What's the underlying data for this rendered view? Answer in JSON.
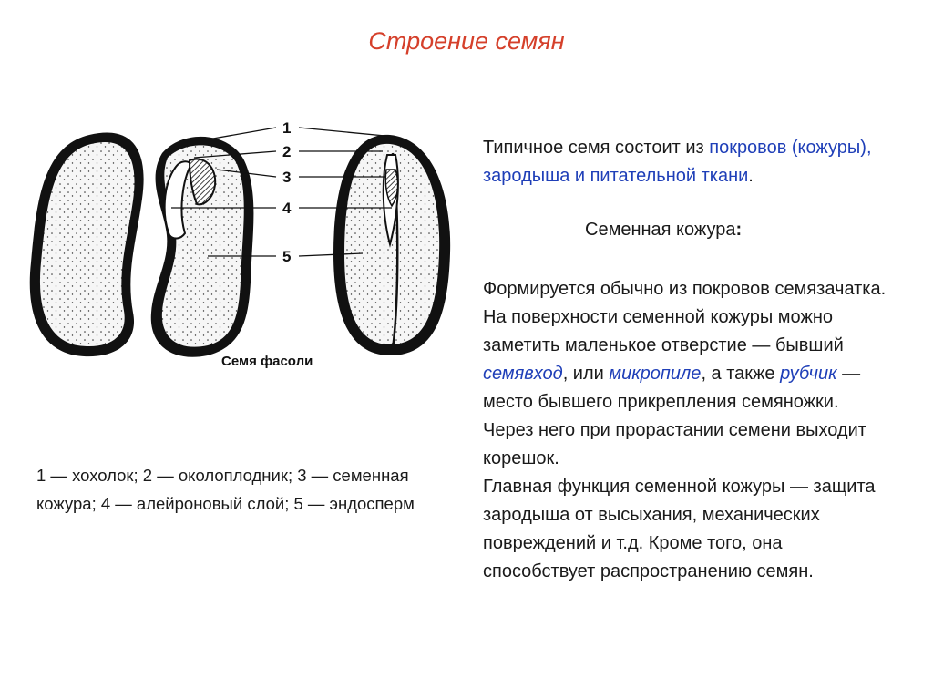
{
  "slide": {
    "title": "Строение семян",
    "figure": {
      "label": "Семя фасоли",
      "callouts": [
        "1",
        "2",
        "3",
        "4",
        "5"
      ]
    },
    "caption": "1 — хохолок; 2 — околоплодник; 3 — семенная кожура; 4 — алейроновый слой; 5 — эндосперм",
    "intro": {
      "part1": "Типичное семя состоит из ",
      "link1": "покровов (кожуры), зародыша и питательной ткани",
      "part2": "."
    },
    "heading": "Семенная кожура",
    "heading_colon": ":",
    "body": {
      "p1": "Формируется обычно из покровов семязачатка. На поверхности семенной кожуры можно заметить маленькое отверстие — бывший ",
      "term1": "семявход",
      "p2": ", или ",
      "term2": "микропиле",
      "p3": ", а также ",
      "term3": "рубчик",
      "p4": " — место бывшего прикрепления семяножки. Через него при прорастании семени выходит корешок.",
      "p5": "Главная функция семенной кожуры — защита зародыша от высыхания, механических повреждений и т.д. Кроме того, она способствует распространению семян."
    },
    "colors": {
      "title": "#d5402b",
      "highlight": "#1f3fb8",
      "text": "#1a1a1a"
    }
  }
}
